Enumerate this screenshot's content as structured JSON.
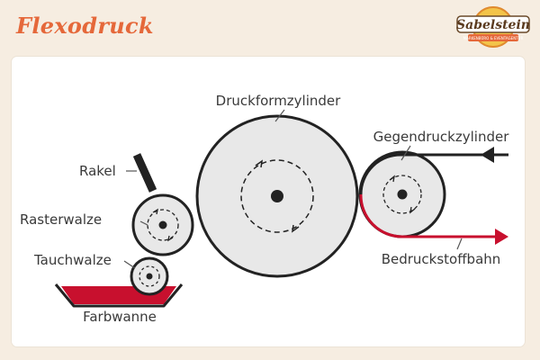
{
  "header": {
    "title": "Flexodruck",
    "logo_text": "Sabelstein",
    "logo_subtext": "MARKENBÜRO & EVENTAGENTUR"
  },
  "diagram": {
    "labels": {
      "druckformzylinder": "Druckformzylinder",
      "gegendruckzylinder": "Gegendruckzylinder",
      "rakel": "Rakel",
      "rasterwalze": "Rasterwalze",
      "tauchwalze": "Tauchwalze",
      "farbwanne": "Farbwanne",
      "bedruckstoffbahn": "Bedruckstoffbahn"
    }
  },
  "colors": {
    "accent": "#e5683a",
    "ink": "#c8102e",
    "stroke": "#222222",
    "roller_fill": "#e8e8e8",
    "card": "#ffffff",
    "background": "#f6ede1"
  }
}
